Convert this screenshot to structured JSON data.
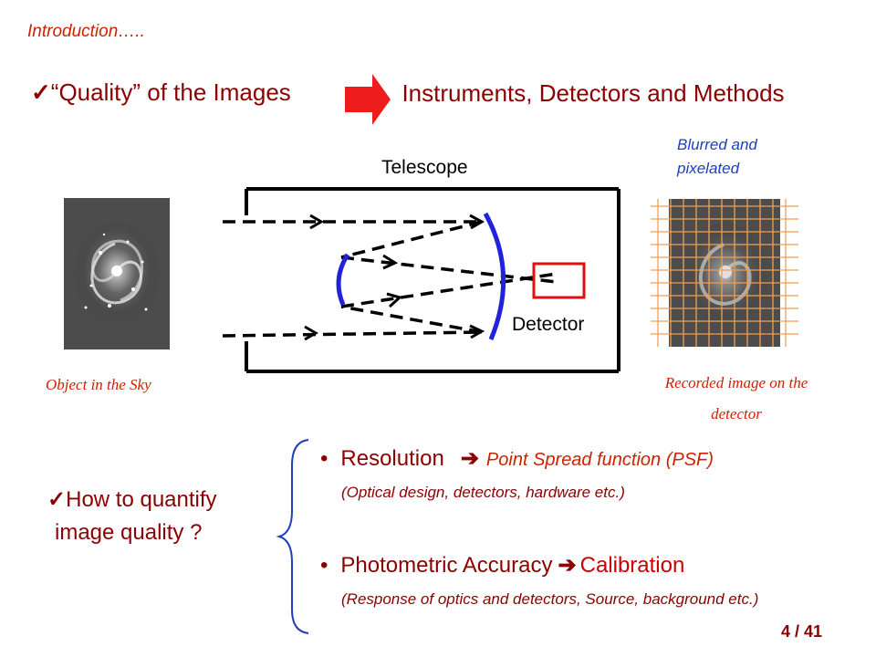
{
  "header": {
    "intro": "Introduction…..",
    "quality_checkmark": "✓",
    "quality_text": "“Quality” of the Images",
    "instruments_title": "Instruments, Detectors and Methods"
  },
  "diagram": {
    "telescope_label": "Telescope",
    "detector_label": "Detector",
    "blurred_label": "Blurred and pixelated",
    "object_label": "Object in the Sky",
    "recorded_label": "Recorded image on the detector"
  },
  "quantify": {
    "checkmark": "✓",
    "question": "How to quantify image quality ?",
    "bullet": "•",
    "resolution": {
      "label": "Resolution",
      "arrow": "➔",
      "result": "Point Spread function (PSF)",
      "note": "(Optical design, detectors, hardware etc.)"
    },
    "photometric": {
      "label": "Photometric Accuracy",
      "arrow": "➔",
      "result": "Calibration",
      "note": "(Response of optics and detectors, Source, background etc.)"
    }
  },
  "footer": {
    "page": "4 / 41"
  },
  "colors": {
    "dark_red": "#8b0000",
    "red": "#cc2200",
    "blue_mirror": "#2222dd",
    "detector_box": "#dd1111",
    "grid_orange": "#f0a050"
  }
}
